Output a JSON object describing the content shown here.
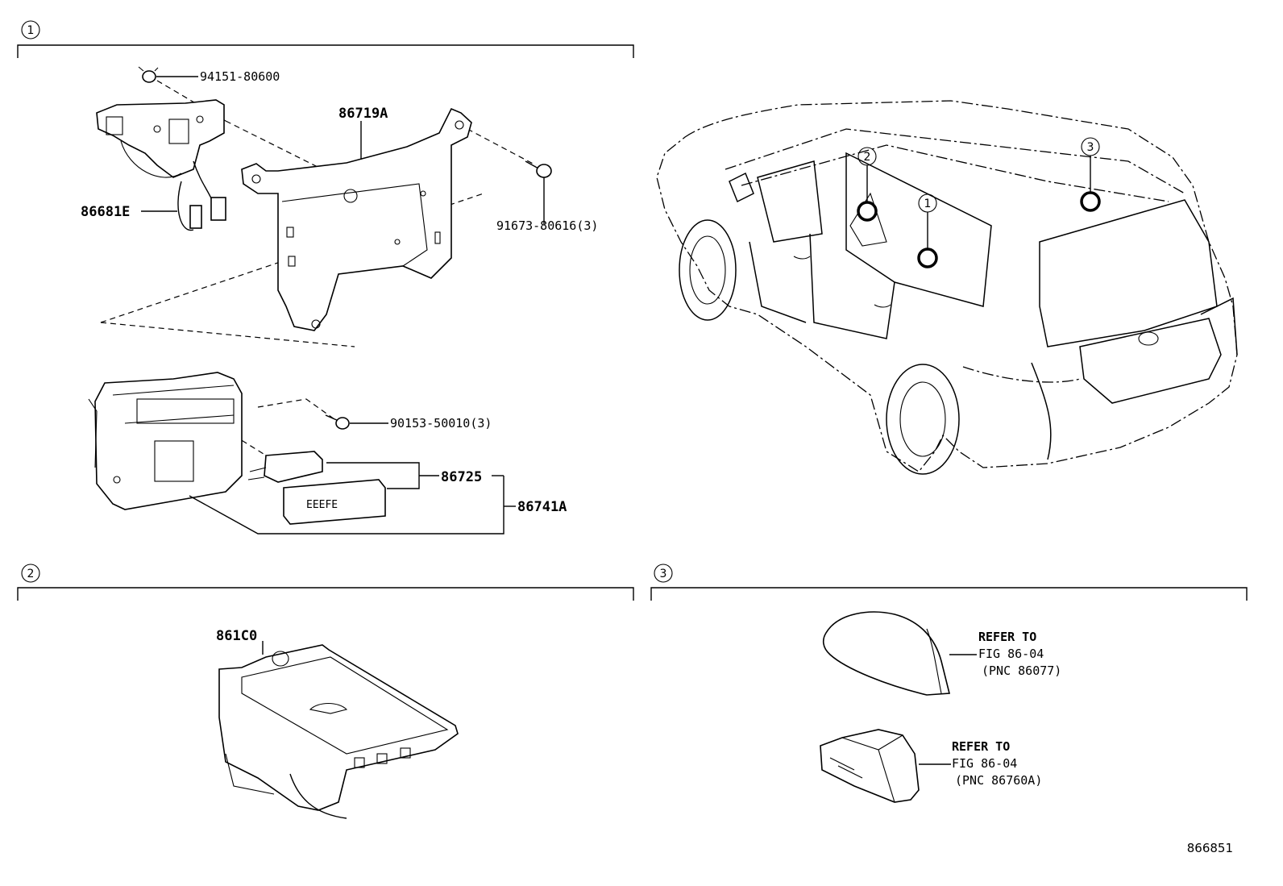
{
  "sections": [
    {
      "num": "1",
      "parts": [
        {
          "pn": "94151-80600"
        },
        {
          "pn": "86719A"
        },
        {
          "pn": "91673-80616(3)"
        },
        {
          "pn": "86681E"
        },
        {
          "pn": "90153-50010(3)"
        },
        {
          "pn": "86725"
        },
        {
          "pn": "86741A"
        }
      ]
    },
    {
      "num": "2",
      "parts": [
        {
          "pn": "861C0"
        }
      ]
    },
    {
      "num": "3",
      "refs": [
        {
          "line1": "REFER TO",
          "line2": "FIG 86-04",
          "line3": "(PNC 86077)"
        },
        {
          "line1": "REFER TO",
          "line2": "FIG 86-04",
          "line3": "(PNC 86760A)"
        }
      ]
    }
  ],
  "vehicle_callouts": [
    "2",
    "1",
    "3"
  ],
  "figure_id": "866851"
}
